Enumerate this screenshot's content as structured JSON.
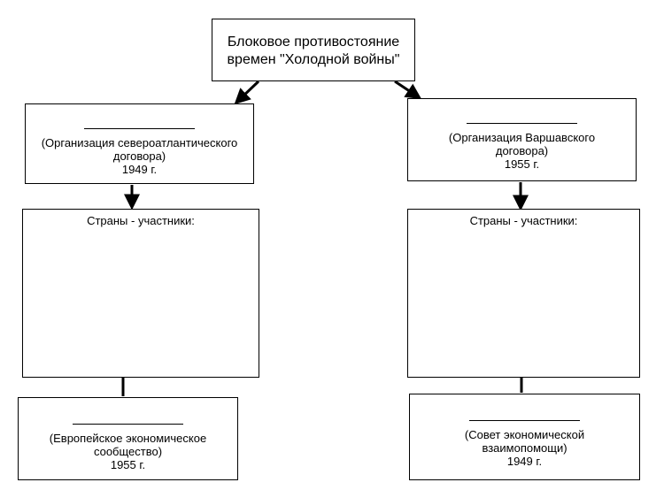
{
  "root": {
    "line1": "Блоковое противостояние",
    "line2": "времен \"Холодной войны\""
  },
  "left": {
    "org": {
      "line1": "(Организация североатлантического",
      "line2": "договора)",
      "year": "1949 г."
    },
    "members_label": "Страны - участники:",
    "econ": {
      "line1": "(Европейское экономическое",
      "line2": "сообщество)",
      "year": "1955 г."
    }
  },
  "right": {
    "org": {
      "line1": "(Организация Варшавского",
      "line2": "договора)",
      "year": "1955 г."
    },
    "members_label": "Страны - участники:",
    "econ": {
      "line1": "(Совет экономической",
      "line2": "взаимопомощи)",
      "year": "1949 г."
    }
  }
}
